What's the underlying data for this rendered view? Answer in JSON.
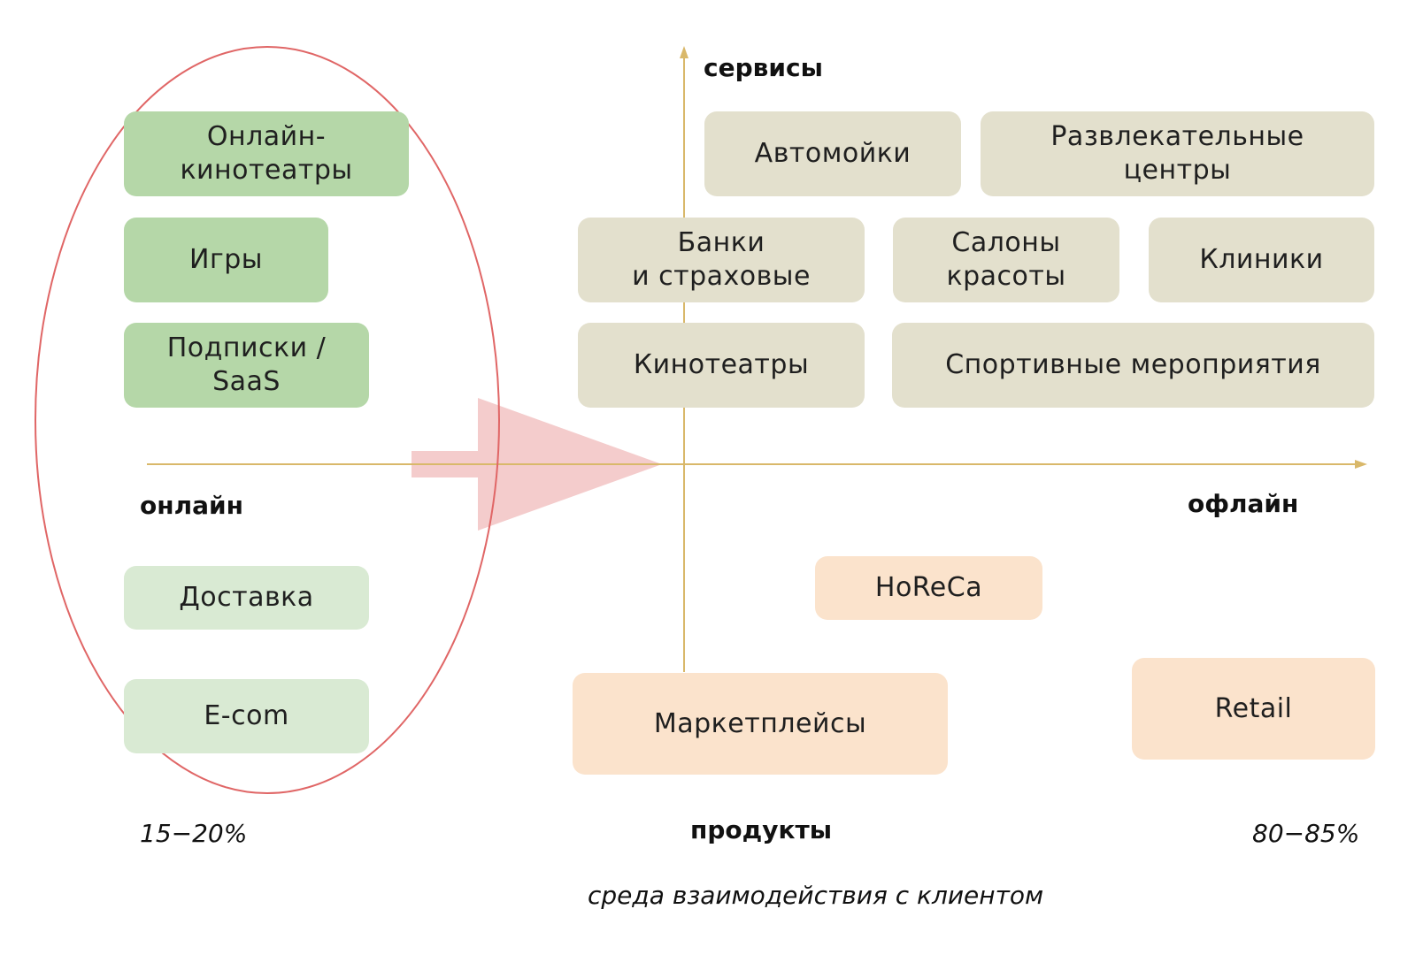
{
  "axes": {
    "top": "сервисы",
    "bottom": "продукты",
    "left": "онлайн",
    "right": "офлайн"
  },
  "percent_left": "15−20%",
  "percent_right": "80−85%",
  "caption": "среда взаимодействия с клиентом",
  "online_services": [
    {
      "label": "Онлайн-\nкинотеатры"
    },
    {
      "label": "Игры"
    },
    {
      "label": "Подписки /\nSaaS"
    }
  ],
  "online_products": [
    {
      "label": "Доставка"
    },
    {
      "label": "E-com"
    }
  ],
  "offline_services": [
    {
      "label": "Автомойки"
    },
    {
      "label": "Развлекательные\nцентры"
    },
    {
      "label": "Банки\nи страховые"
    },
    {
      "label": "Салоны\nкрасоты"
    },
    {
      "label": "Клиники"
    },
    {
      "label": "Кинотеатры"
    },
    {
      "label": "Спортивные мероприятия"
    }
  ],
  "offline_products": [
    {
      "label": "HoReCa"
    },
    {
      "label": "Маркетплейсы"
    },
    {
      "label": "Retail"
    }
  ],
  "colors": {
    "online_service_fill": "#b5d7a8",
    "online_product_fill": "#d9ead3",
    "offline_service_fill": "#e3e0cd",
    "offline_product_fill": "#fbe3cc",
    "axis": "#d9b86a",
    "ellipse": "#e06666",
    "arrow": "#f4cccc"
  }
}
